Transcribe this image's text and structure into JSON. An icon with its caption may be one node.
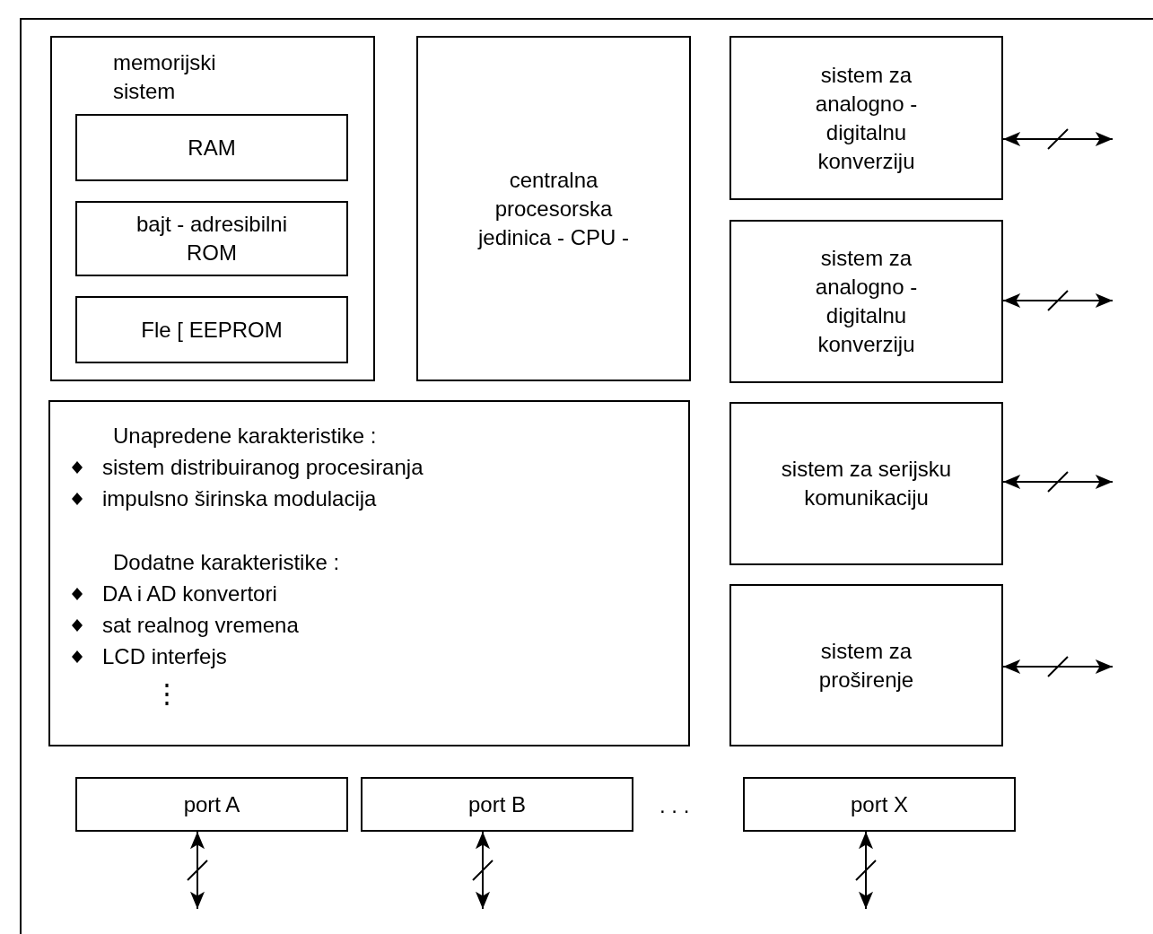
{
  "diagram": {
    "nodes": [
      {
        "text": [],
        "shape": "box"
      },
      {
        "text": [
          "memorijski sistem"
        ],
        "in": 0
      },
      {
        "text": [
          "RAM"
        ],
        "in": 1
      },
      {
        "text": [
          "bajt - adresibilni ROM"
        ],
        "in": 1
      },
      {
        "text": [
          "Fle [ EEPROM"
        ],
        "in": 1
      },
      {
        "text": [
          "centralna procesorska jedinica - CPU -"
        ],
        "in": 0
      },
      {
        "text": [
          "sistem za analogno - digitalnu konverziju"
        ],
        "in": 0
      },
      {
        "text": [
          "sistem za analogno - digitalnu konverziju"
        ],
        "in": 0
      },
      {
        "text": [
          "sistem za serijsku komunikaciju"
        ],
        "in": 0
      },
      {
        "text": [
          "sistem za proširenje"
        ],
        "in": 0
      },
      {
        "text": [
          "Unapredene karakteristike :",
          "sistem distribuiranog procesiranja",
          "impulsno širinska modulacija",
          "Dodatne karakteristike :",
          "DA i AD konvertori",
          "sat realnog vremena",
          "LCD interfejs",
          "⋮"
        ],
        "in": 0
      },
      {
        "text": [
          "port A"
        ],
        "in": 0
      },
      {
        "text": [
          "port B"
        ],
        "in": 0
      },
      {
        "text": [
          "port X"
        ],
        "in": 0
      }
    ],
    "edges": [
      {
        "from": 6,
        "to": null,
        "arrow": "both"
      },
      {
        "from": 7,
        "to": null,
        "arrow": "both"
      },
      {
        "from": 8,
        "to": null,
        "arrow": "both"
      },
      {
        "from": 9,
        "to": null,
        "arrow": "both"
      },
      {
        "from": 11,
        "to": null,
        "arrow": "both"
      },
      {
        "from": 12,
        "to": null,
        "arrow": "both"
      },
      {
        "from": 13,
        "to": null,
        "arrow": "both"
      }
    ],
    "labels": [
      ". . ."
    ]
  }
}
